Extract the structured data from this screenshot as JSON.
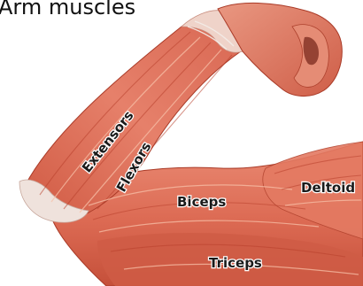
{
  "diagram": {
    "title": "Arm muscles",
    "labels": {
      "extensors": "Extensors",
      "flexors": "Flexors",
      "biceps": "Biceps",
      "deltoid": "Deltoid",
      "triceps": "Triceps"
    }
  },
  "colors": {
    "muscle": "#e1705a",
    "muscle_dark": "#b8402c",
    "muscle_light": "#f2a489",
    "tendon": "#f1e6e2",
    "text": "#1a1a1a"
  }
}
